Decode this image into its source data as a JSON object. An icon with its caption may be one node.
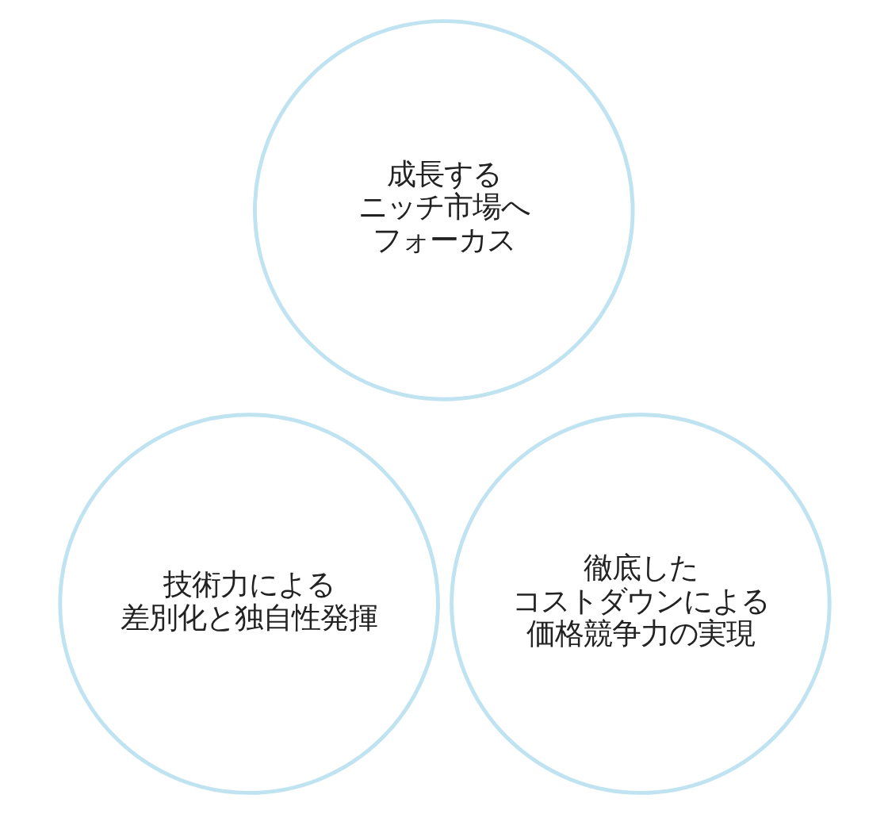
{
  "diagram": {
    "nodes": [
      {
        "text": [
          "成長するニッチ市場へフォーカス"
        ]
      },
      {
        "text": [
          "技術力による差別化と独自性発揮"
        ]
      },
      {
        "text": [
          "徹底したコストダウンによる価格競争力の実現"
        ]
      }
    ]
  }
}
